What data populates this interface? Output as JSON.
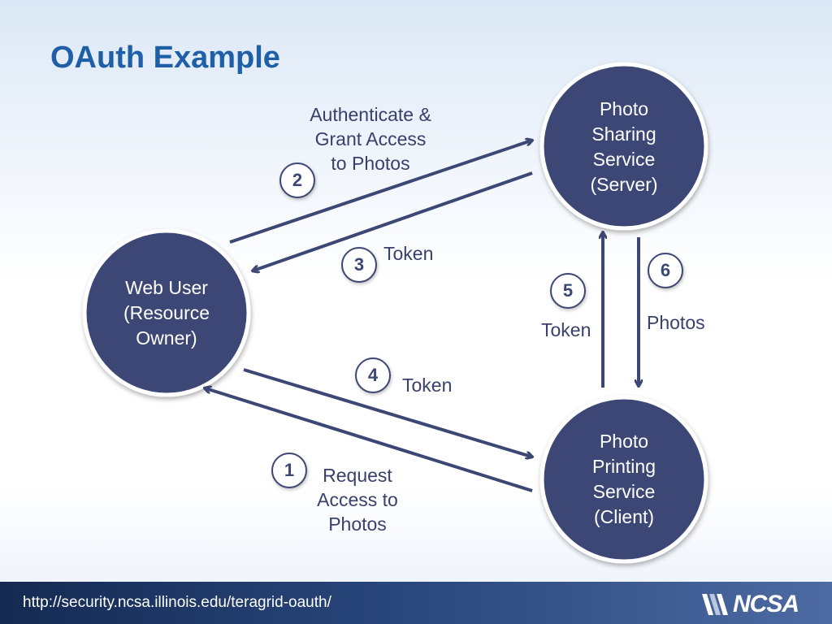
{
  "title": "OAuth Example",
  "nodes": {
    "web_user": "Web User\n(Resource\nOwner)",
    "photo_sharing": "Photo\nSharing\nService\n(Server)",
    "photo_printing": "Photo\nPrinting\nService\n(Client)"
  },
  "steps": {
    "s1": "1",
    "s2": "2",
    "s3": "3",
    "s4": "4",
    "s5": "5",
    "s6": "6"
  },
  "edge_labels": {
    "authenticate": "Authenticate &\nGrant Access\nto Photos",
    "token_3": "Token",
    "token_4": "Token",
    "token_5": "Token",
    "photos_6": "Photos",
    "request_1": "Request\nAccess to\nPhotos"
  },
  "footer": {
    "url": "http://security.ncsa.illinois.edu/teragrid-oauth/",
    "logo_text": "NCSA"
  },
  "colors": {
    "node_fill": "#3d4774",
    "arrow": "#3d4774",
    "title": "#1f5fa8"
  }
}
